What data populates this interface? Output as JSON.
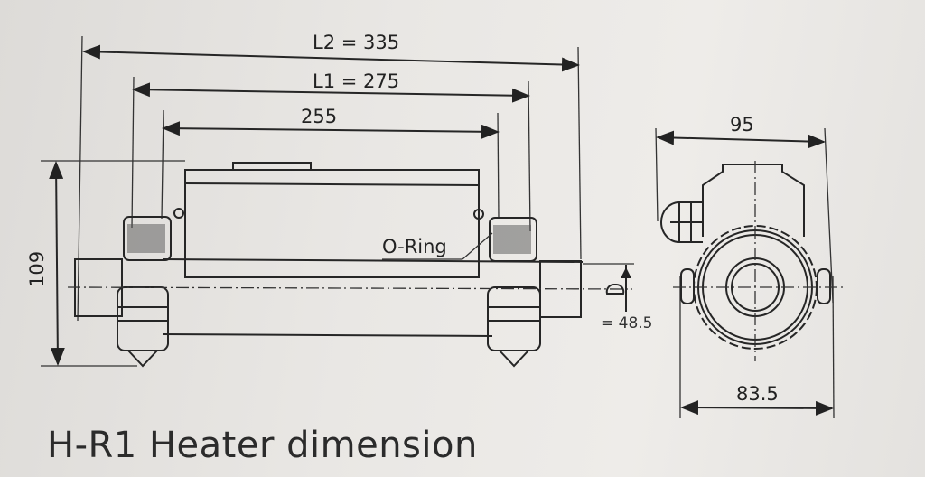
{
  "title": "H-R1 Heater dimension",
  "dimensions": {
    "l2": "L2 = 335",
    "l1": "L1 = 275",
    "inner_length": "255",
    "height": "109",
    "axis_height": "= 48.5",
    "side_width": "95",
    "side_base_width": "83.5"
  },
  "labels": {
    "o_ring": "O-Ring"
  }
}
